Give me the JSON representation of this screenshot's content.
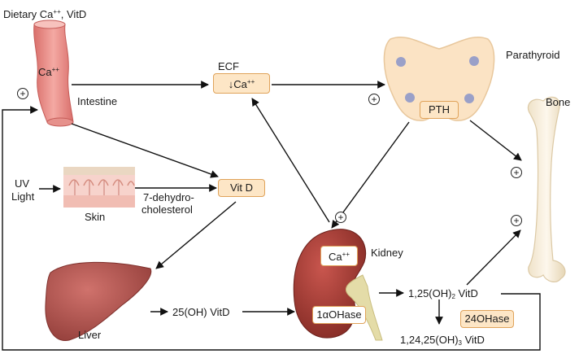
{
  "labels": {
    "dietary": "Dietary Ca++, VitD",
    "intestine": "Intestine",
    "ecf": "ECF",
    "parathyroid": "Parathyroid",
    "bone": "Bone",
    "uv_light_1": "UV",
    "uv_light_2": "Light",
    "skin": "Skin",
    "dehydro_1": "7-dehydro-",
    "dehydro_2": "cholesterol",
    "kidney": "Kidney",
    "liver": "Liver",
    "hydroxy25": "25(OH) VitD",
    "calcitriol": "1,25(OH)2 VitD",
    "calcitroic": "1,24,25(OH)3 VitD"
  },
  "boxes": {
    "ecf_ca": "↓Ca++",
    "pth": "PTH",
    "vitd": "Vit D",
    "kidney_ca": "Ca++",
    "one_alpha": "1αOHase",
    "twentyfour": "24OHase"
  },
  "intestine_ca": "Ca++",
  "plus_sign": "+",
  "colors": {
    "box_fill": "#fde6c6",
    "box_border": "#e0a35a",
    "intestine": "#e88a86",
    "parathyroid": "#fbe3c4",
    "parathyroid_nodule": "#9aa0c8",
    "liver": "#b0524e",
    "kidney": "#a63c35",
    "bone": "#f6ecd8",
    "skin": "#f7d3cc"
  },
  "icons": [
    "intestine-icon",
    "parathyroid-icon",
    "bone-icon",
    "skin-icon",
    "liver-icon",
    "kidney-icon"
  ]
}
